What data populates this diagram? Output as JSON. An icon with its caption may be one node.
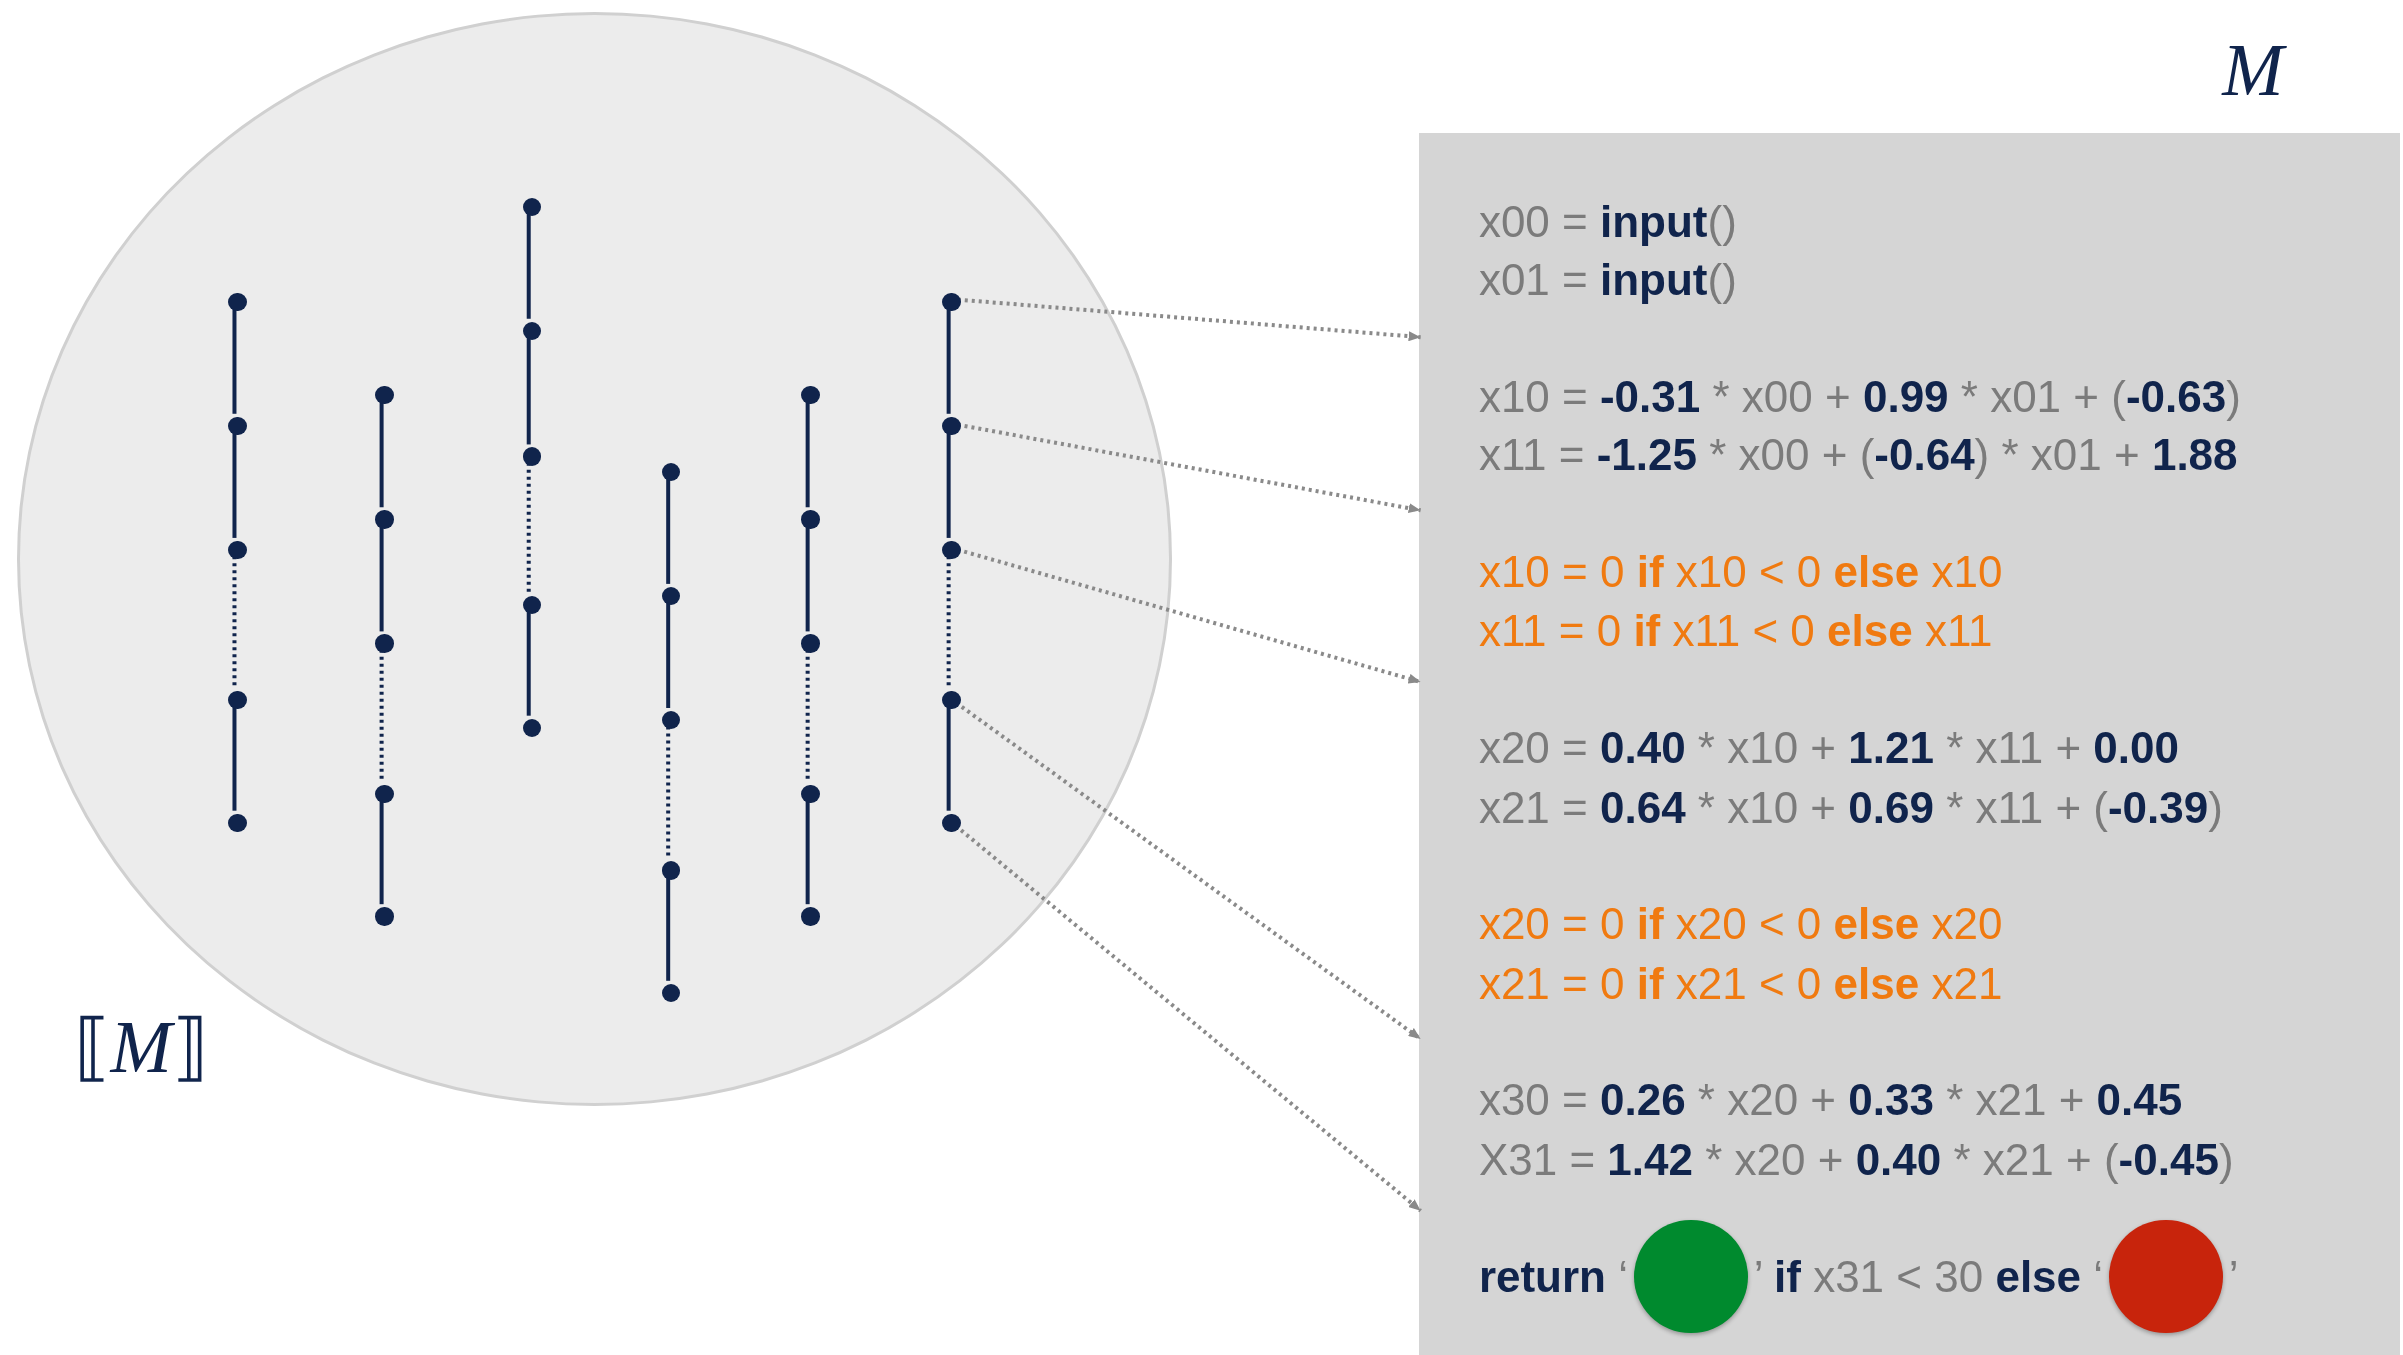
{
  "diagram": {
    "nodes": [
      {
        "text": [],
        "shape": "circle",
        "beside": [
          "⟦*M*⟧"
        ]
      },
      {
        "text": [],
        "shape": "circle",
        "in": 0
      },
      {
        "text": [],
        "shape": "circle",
        "in": 0
      },
      {
        "text": [],
        "shape": "circle",
        "in": 0
      },
      {
        "text": [],
        "shape": "circle",
        "in": 0
      },
      {
        "text": [],
        "shape": "circle",
        "in": 0
      },
      {
        "text": [],
        "shape": "circle",
        "in": 0
      },
      {
        "text": [],
        "shape": "circle",
        "in": 0
      },
      {
        "text": [],
        "shape": "circle",
        "in": 0
      },
      {
        "text": [],
        "shape": "circle",
        "in": 0
      },
      {
        "text": [],
        "shape": "circle",
        "in": 0
      },
      {
        "text": [],
        "shape": "circle",
        "in": 0
      },
      {
        "text": [],
        "shape": "circle",
        "in": 0
      },
      {
        "text": [],
        "shape": "circle",
        "in": 0
      },
      {
        "text": [],
        "shape": "circle",
        "in": 0
      },
      {
        "text": [],
        "shape": "circle",
        "in": 0
      },
      {
        "text": [],
        "shape": "circle",
        "in": 0
      },
      {
        "text": [],
        "shape": "circle",
        "in": 0
      },
      {
        "text": [],
        "shape": "circle",
        "in": 0
      },
      {
        "text": [],
        "shape": "circle",
        "in": 0
      },
      {
        "text": [],
        "shape": "circle",
        "in": 0
      },
      {
        "text": [],
        "shape": "circle",
        "in": 0
      },
      {
        "text": [],
        "shape": "circle",
        "in": 0
      },
      {
        "text": [],
        "shape": "circle",
        "in": 0
      },
      {
        "text": [],
        "shape": "circle",
        "in": 0
      },
      {
        "text": [],
        "shape": "circle",
        "in": 0
      },
      {
        "text": [],
        "shape": "circle",
        "in": 0
      },
      {
        "text": [],
        "shape": "circle",
        "in": 0
      },
      {
        "text": [],
        "shape": "circle",
        "in": 0
      },
      {
        "text": [],
        "shape": "circle",
        "in": 0
      },
      {
        "text": [],
        "shape": "circle",
        "in": 0
      },
      {
        "text": [
          "*M*",
          "x00 = **input**()",
          "x01 = **input**()",
          "x10 = **-0.31** * x00 + **0.99** * x01 + (**-0.63**)",
          "x11 = **-1.25** * x00 + (**-0.64**) * x01 + **1.88**",
          "x10 = 0 **if** x10 < 0 **else** x10",
          "x11 = 0 **if** x11 < 0 **else** x11",
          "x20 = **0.40** * x10 + **1.21** * x11 + **0.00**",
          "x21 = **0.64** * x10 + **0.69** * x11 + (**-0.39**)",
          "x20 = 0 **if** x20 < 0 **else** x20",
          "x21 = 0 **if** x21 < 0 **else** x21",
          "x30 = **0.26** * x20 + **0.33** * x21 + **0.45**",
          "X31 = **1.42** * x20 + **0.40** * x21 + (**-0.45**)",
          "**return** ‘",
          "’ **if** x31 < 30 **else** ‘",
          "’"
        ]
      },
      {
        "text": [],
        "shape": "circle",
        "in": 31
      },
      {
        "text": [],
        "shape": "circle",
        "in": 31
      }
    ],
    "edges": [
      {
        "from": 1,
        "to": 2,
        "arrow": "none"
      },
      {
        "from": 2,
        "to": 3,
        "arrow": "none"
      },
      {
        "from": 3,
        "to": 4,
        "arrow": "none",
        "style": "dashed"
      },
      {
        "from": 4,
        "to": 5,
        "arrow": "none"
      },
      {
        "from": 6,
        "to": 7,
        "arrow": "none"
      },
      {
        "from": 7,
        "to": 8,
        "arrow": "none"
      },
      {
        "from": 8,
        "to": 9,
        "arrow": "none",
        "style": "dashed"
      },
      {
        "from": 9,
        "to": 10,
        "arrow": "none"
      },
      {
        "from": 11,
        "to": 12,
        "arrow": "none"
      },
      {
        "from": 12,
        "to": 13,
        "arrow": "none"
      },
      {
        "from": 13,
        "to": 14,
        "arrow": "none",
        "style": "dashed"
      },
      {
        "from": 14,
        "to": 15,
        "arrow": "none"
      },
      {
        "from": 16,
        "to": 17,
        "arrow": "none"
      },
      {
        "from": 17,
        "to": 18,
        "arrow": "none"
      },
      {
        "from": 18,
        "to": 19,
        "arrow": "none",
        "style": "dashed"
      },
      {
        "from": 19,
        "to": 20,
        "arrow": "none"
      },
      {
        "from": 21,
        "to": 22,
        "arrow": "none"
      },
      {
        "from": 22,
        "to": 23,
        "arrow": "none"
      },
      {
        "from": 23,
        "to": 24,
        "arrow": "none",
        "style": "dashed"
      },
      {
        "from": 24,
        "to": 25,
        "arrow": "none"
      },
      {
        "from": 26,
        "to": 27,
        "arrow": "none"
      },
      {
        "from": 27,
        "to": 28,
        "arrow": "none"
      },
      {
        "from": 28,
        "to": 29,
        "arrow": "none",
        "style": "dashed"
      },
      {
        "from": 29,
        "to": 30,
        "arrow": "none"
      },
      {
        "from": 26,
        "to": 31,
        "arrow": "to",
        "style": "dashed",
        "color": "#8a8a8a"
      },
      {
        "from": 27,
        "to": 31,
        "arrow": "to",
        "style": "dashed",
        "color": "#8a8a8a"
      },
      {
        "from": 28,
        "to": 31,
        "arrow": "to",
        "style": "dashed",
        "color": "#8a8a8a"
      },
      {
        "from": 29,
        "to": 31,
        "arrow": "to",
        "style": "dashed",
        "color": "#8a8a8a"
      },
      {
        "from": 30,
        "to": 31,
        "arrow": "to",
        "style": "dashed",
        "color": "#8a8a8a"
      }
    ]
  }
}
